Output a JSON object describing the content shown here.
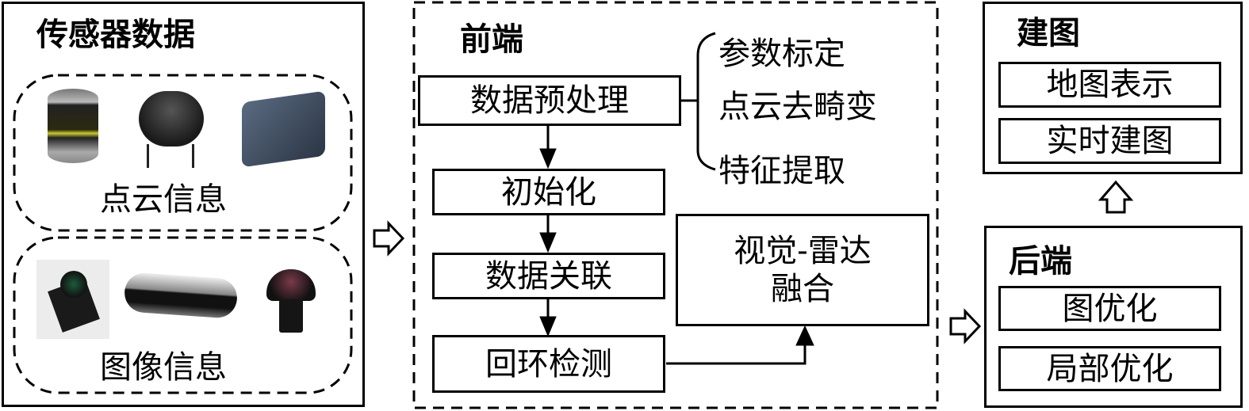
{
  "sensor_panel": {
    "title": "传感器数据",
    "point_cloud_group": {
      "label": "点云信息",
      "devices": [
        "velodyne-lidar",
        "2d-rotating-lidar",
        "solid-state-lidar"
      ]
    },
    "image_group": {
      "label": "图像信息",
      "devices": [
        "camera-module",
        "depth-camera",
        "fisheye-lens"
      ]
    }
  },
  "frontend": {
    "title": "前端",
    "steps": [
      "数据预处理",
      "初始化",
      "数据关联",
      "回环检测"
    ],
    "preprocess_items": [
      "参数标定",
      "点云去畸变",
      "特征提取"
    ],
    "fusion": {
      "line1": "视觉-雷达",
      "line2": "融合"
    }
  },
  "mapping": {
    "title": "建图",
    "items": [
      "地图表示",
      "实时建图"
    ]
  },
  "backend": {
    "title": "后端",
    "items": [
      "图优化",
      "局部优化"
    ]
  }
}
